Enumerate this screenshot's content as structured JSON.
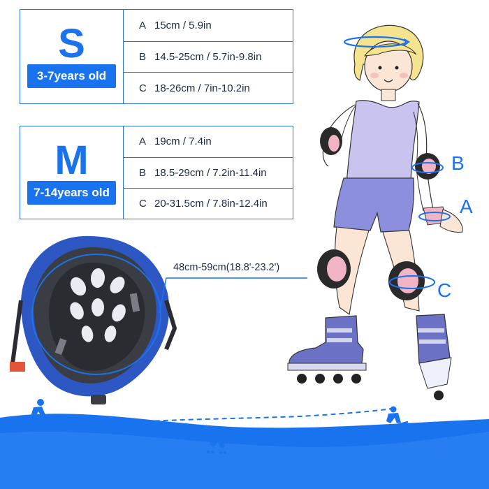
{
  "sizes": [
    {
      "letter": "S",
      "age": "3-7years old",
      "rows": [
        {
          "label": "A",
          "value": "15cm / 5.9in"
        },
        {
          "label": "B",
          "value": "14.5-25cm / 5.7in-9.8in"
        },
        {
          "label": "C",
          "value": "18-26cm / 7in-10.2in"
        }
      ]
    },
    {
      "letter": "M",
      "age": "7-14years old",
      "rows": [
        {
          "label": "A",
          "value": "19cm / 7.4in"
        },
        {
          "label": "B",
          "value": "18.5-29cm / 7.2in-11.4in"
        },
        {
          "label": "C",
          "value": "20-31.5cm / 7.8in-12.4in"
        }
      ]
    }
  ],
  "helmet_circumference": "48cm-59cm(18.8'-23.2')",
  "markers": {
    "a": "A",
    "b": "B",
    "c": "C"
  },
  "colors": {
    "accent": "#1a73ee",
    "pad_pink": "#f0b4c4",
    "shirt": "#c9c4ef",
    "shorts": "#8c8fde",
    "skate": "#6b71c4",
    "wave": "#1a73ee"
  },
  "icons": [
    "skier-icon",
    "inline-skater-icon",
    "skateboarder-icon",
    "helmet-image",
    "child-figure-illustration"
  ]
}
